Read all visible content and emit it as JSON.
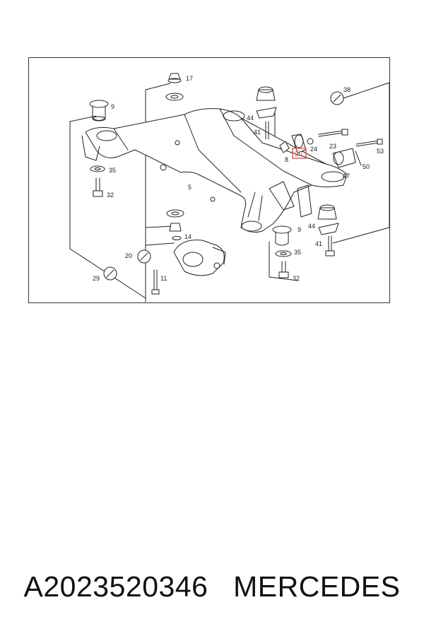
{
  "caption": {
    "part_number": "A2023520346",
    "brand": "MERCEDES"
  },
  "diagram": {
    "highlight_color": "#e53935",
    "highlighted_label": "26",
    "callouts": [
      {
        "id": "17",
        "text": "17"
      },
      {
        "id": "9a",
        "text": "9"
      },
      {
        "id": "38",
        "text": "38"
      },
      {
        "id": "44a",
        "text": "44"
      },
      {
        "id": "41a",
        "text": "41"
      },
      {
        "id": "23",
        "text": "23"
      },
      {
        "id": "53",
        "text": "53"
      },
      {
        "id": "24",
        "text": "24"
      },
      {
        "id": "26",
        "text": "26"
      },
      {
        "id": "8",
        "text": "8"
      },
      {
        "id": "47",
        "text": "47"
      },
      {
        "id": "50",
        "text": "50"
      },
      {
        "id": "35a",
        "text": "35"
      },
      {
        "id": "32a",
        "text": "32"
      },
      {
        "id": "5",
        "text": "5"
      },
      {
        "id": "14",
        "text": "14"
      },
      {
        "id": "9b",
        "text": "9"
      },
      {
        "id": "44b",
        "text": "44"
      },
      {
        "id": "41b",
        "text": "41"
      },
      {
        "id": "20",
        "text": "20"
      },
      {
        "id": "35b",
        "text": "35"
      },
      {
        "id": "29",
        "text": "29"
      },
      {
        "id": "11",
        "text": "11"
      },
      {
        "id": "32b",
        "text": "32"
      }
    ]
  }
}
